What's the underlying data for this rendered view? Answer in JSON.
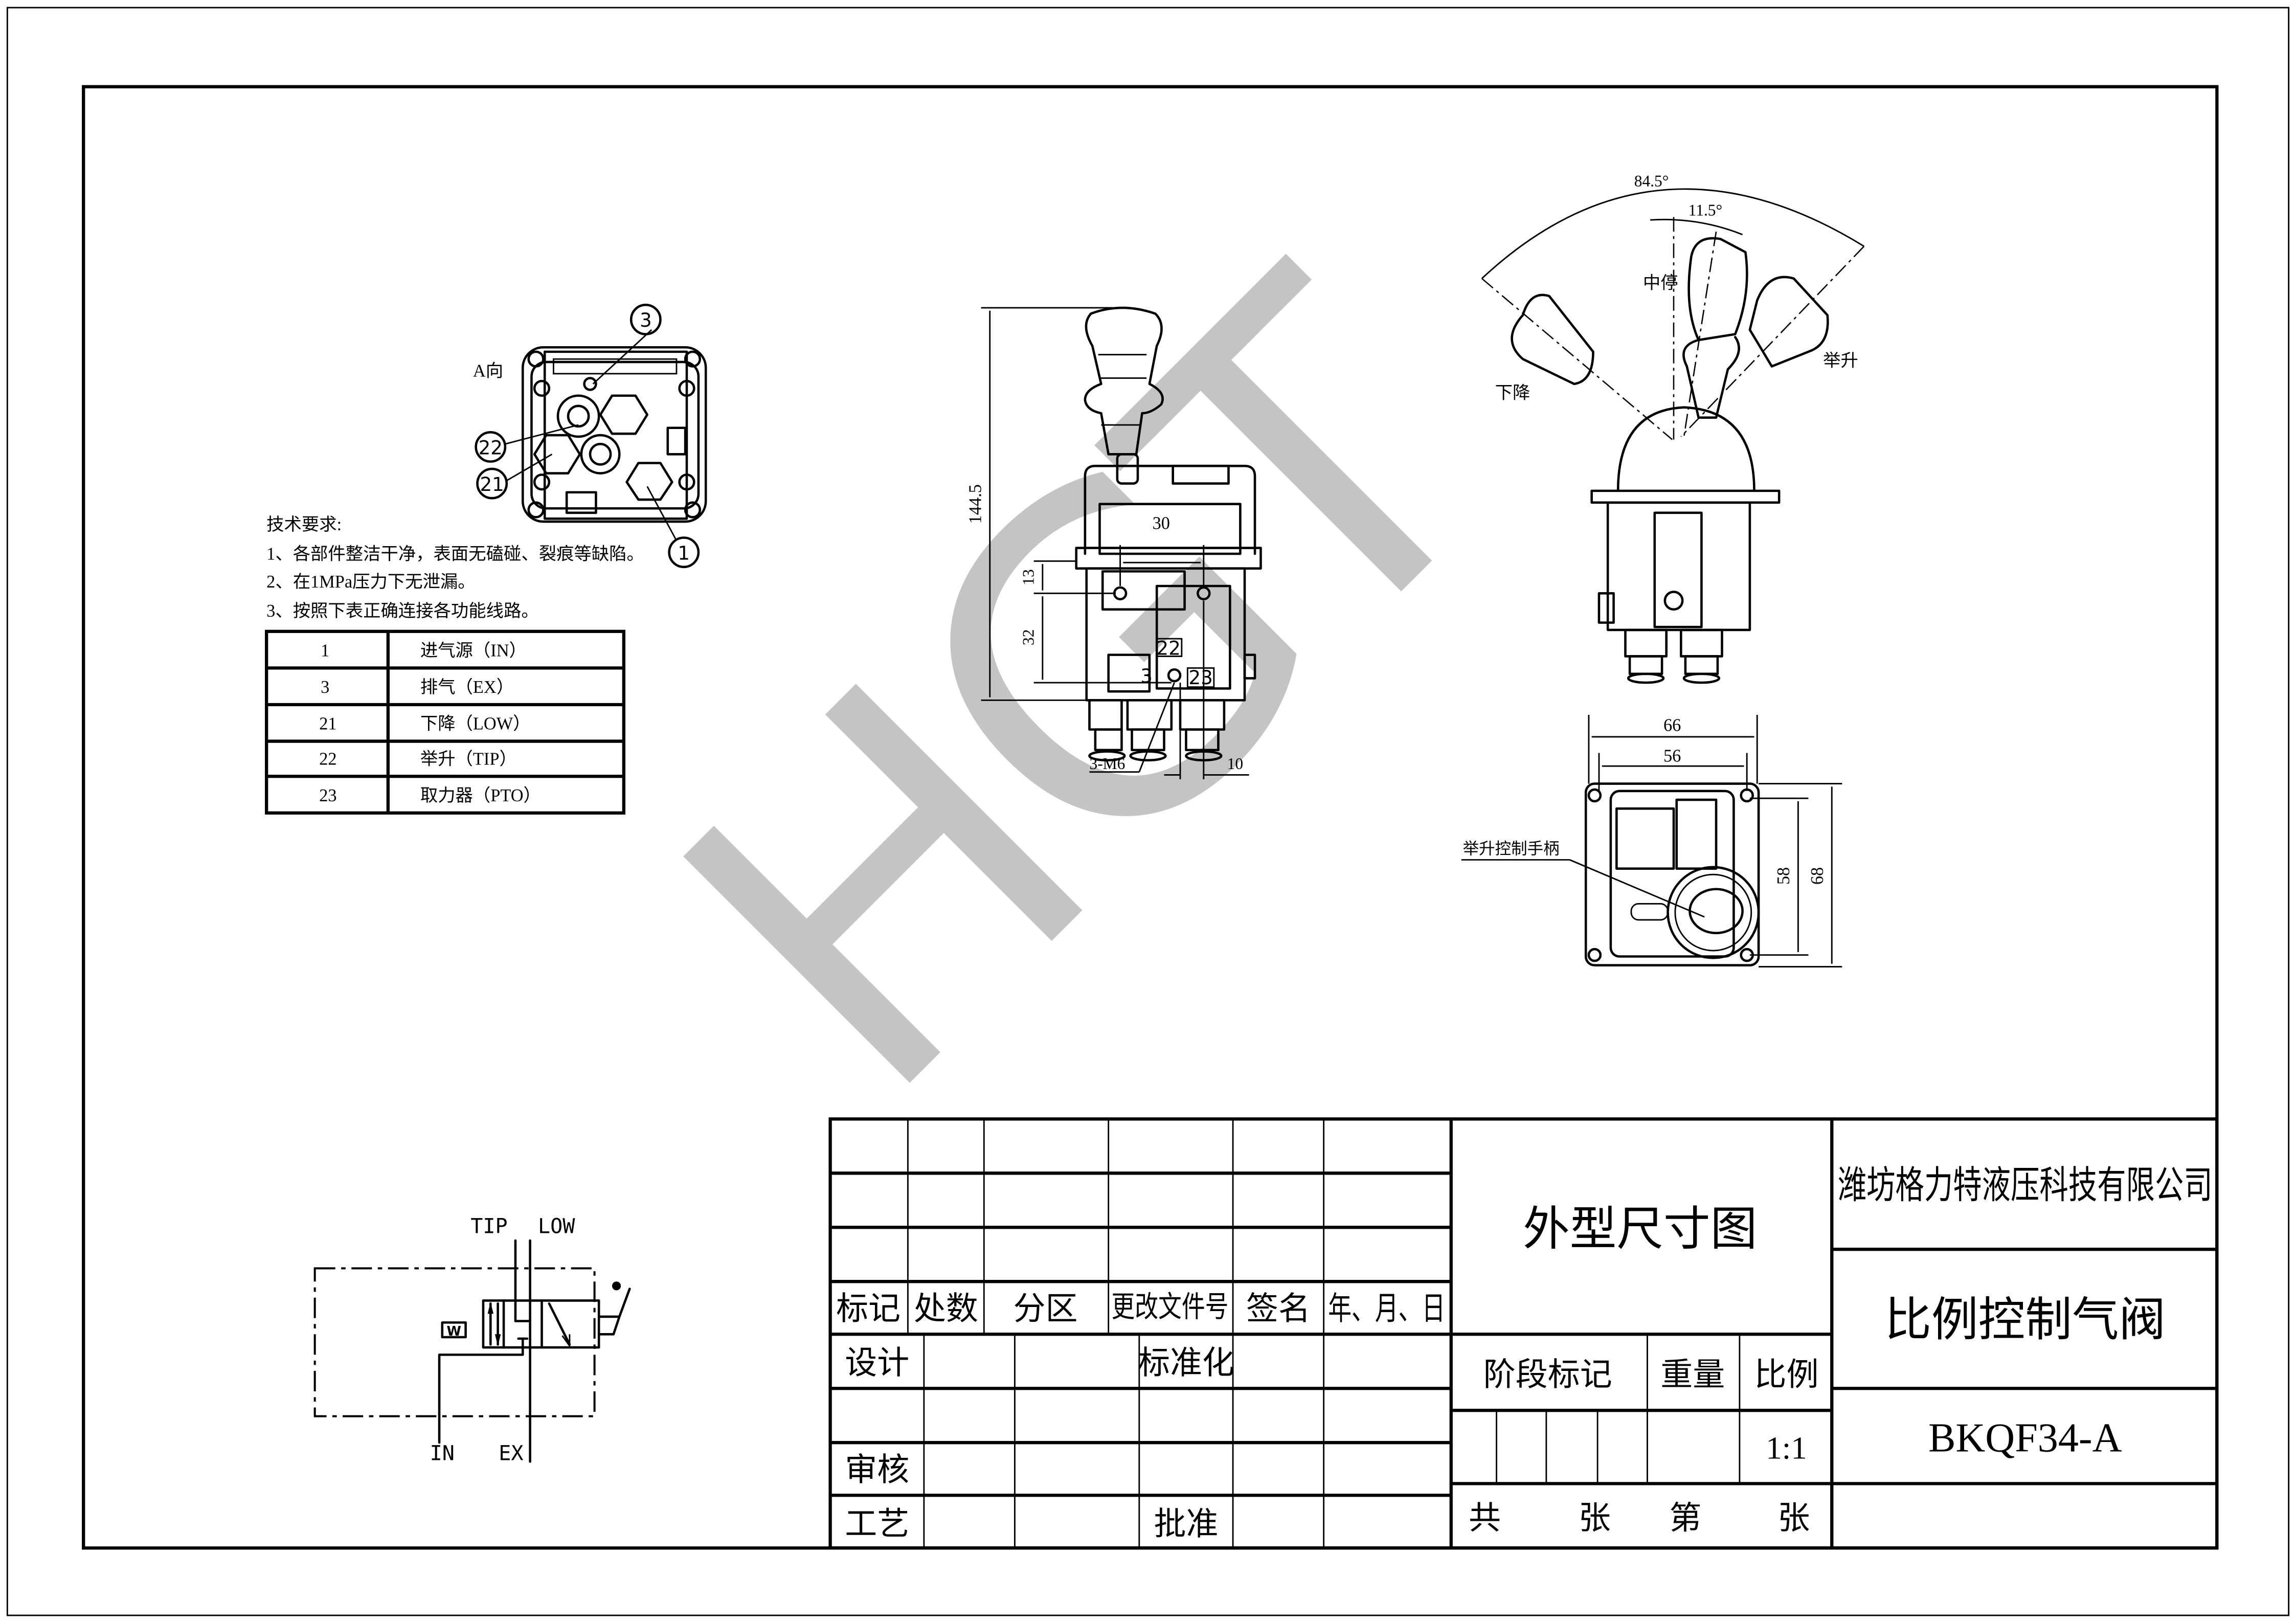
{
  "watermark": "HGT",
  "view_a": {
    "label": "A向",
    "balloons": [
      "3",
      "22",
      "21",
      "1"
    ]
  },
  "requirements": {
    "title": "技术要求:",
    "items": [
      "1、各部件整洁干净，表面无磕碰、裂痕等缺陷。",
      "2、在1MPa压力下无泄漏。",
      "3、按照下表正确连接各功能线路。"
    ]
  },
  "port_table": [
    {
      "port": "1",
      "function": "进气源（IN）"
    },
    {
      "port": "3",
      "function": "排气（EX）"
    },
    {
      "port": "21",
      "function": "下降（LOW）"
    },
    {
      "port": "22",
      "function": "举升（TIP）"
    },
    {
      "port": "23",
      "function": "取力器（PTO）"
    }
  ],
  "front_view": {
    "dim_height": "144.5",
    "dim_30": "30",
    "dim_13": "13",
    "dim_32": "32",
    "port_22": "22",
    "port_3": "3",
    "port_23": "23",
    "thread": "3-M6",
    "dim_10": "10"
  },
  "side_view": {
    "angle_total": "84.5°",
    "angle_neutral": "11.5°",
    "neutral": "中停",
    "lower": "下降",
    "lift": "举升"
  },
  "bottom_view": {
    "dim_66": "66",
    "dim_56": "56",
    "dim_58": "58",
    "dim_68": "68",
    "handle_label": "举升控制手柄"
  },
  "schematic": {
    "tip": "TIP",
    "low": "LOW",
    "in": "IN",
    "ex": "EX",
    "spring": "W"
  },
  "title_block": {
    "revision_headers": [
      "标记",
      "处数",
      "分区",
      "更改文件号",
      "签名",
      "年、月、日"
    ],
    "design": "设计",
    "standardization": "标准化",
    "review": "审核",
    "process": "工艺",
    "approve": "批准",
    "drawing_title": "外型尺寸图",
    "stage_mark": "阶段标记",
    "weight": "重量",
    "scale_label": "比例",
    "scale_value": "1:1",
    "total": "共",
    "sheets1": "张",
    "sheet_no": "第",
    "sheets2": "张",
    "company": "潍坊格力特液压科技有限公司",
    "product_name": "比例控制气阀",
    "model": "BKQF34-A"
  }
}
